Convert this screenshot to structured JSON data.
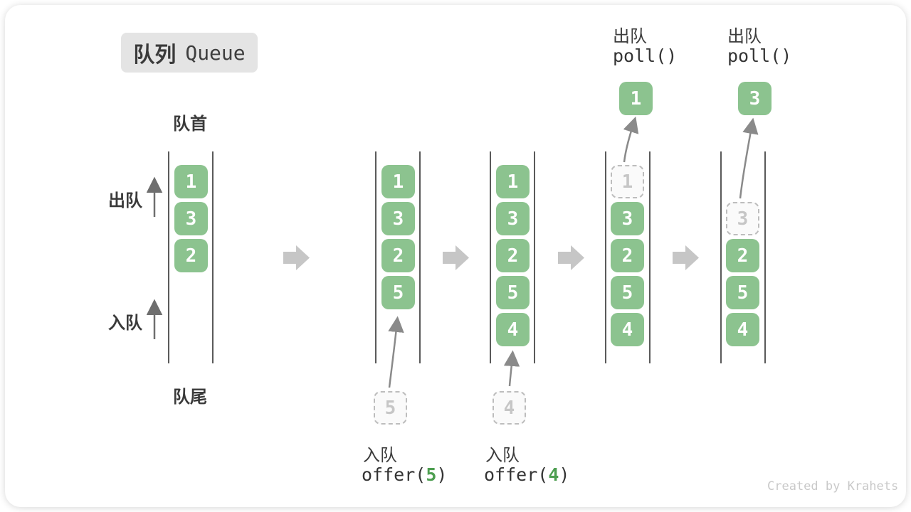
{
  "title": {
    "zh": "队列",
    "en": "Queue"
  },
  "labels": {
    "front": "队首",
    "rear": "队尾",
    "dequeue": "出队",
    "enqueue": "入队"
  },
  "operations": {
    "enqueue5": {
      "caption": "入队",
      "fn": "offer(",
      "arg": "5",
      "close": ")"
    },
    "enqueue4": {
      "caption": "入队",
      "fn": "offer(",
      "arg": "4",
      "close": ")"
    },
    "poll1": {
      "caption": "出队",
      "code": "poll()"
    },
    "poll2": {
      "caption": "出队",
      "code": "poll()"
    }
  },
  "queues": [
    {
      "slots": [
        "1",
        "3",
        "2"
      ]
    },
    {
      "slots": [
        "1",
        "3",
        "2",
        "5"
      ],
      "input": "5"
    },
    {
      "slots": [
        "1",
        "3",
        "2",
        "5",
        "4"
      ],
      "input": "4"
    },
    {
      "removed": "1",
      "slots": [
        "3",
        "2",
        "5",
        "4"
      ],
      "output": "1"
    },
    {
      "removed": "3",
      "slots": [
        "2",
        "5",
        "4"
      ],
      "output": "3"
    }
  ],
  "colors": {
    "block_green": "#8cc38f",
    "accent_green": "#4d9e50",
    "container_line": "#5a5a5a",
    "flow_arrow_gray": "#c6c6c6",
    "curve_arrow_gray": "#7c7c7c",
    "badge_bg": "#e4e4e4",
    "text_dark": "#3a3a3a",
    "dashed_border": "#bdbdbd",
    "watermark_gray": "#c9c9c9"
  },
  "watermark": "Created by Krahets"
}
